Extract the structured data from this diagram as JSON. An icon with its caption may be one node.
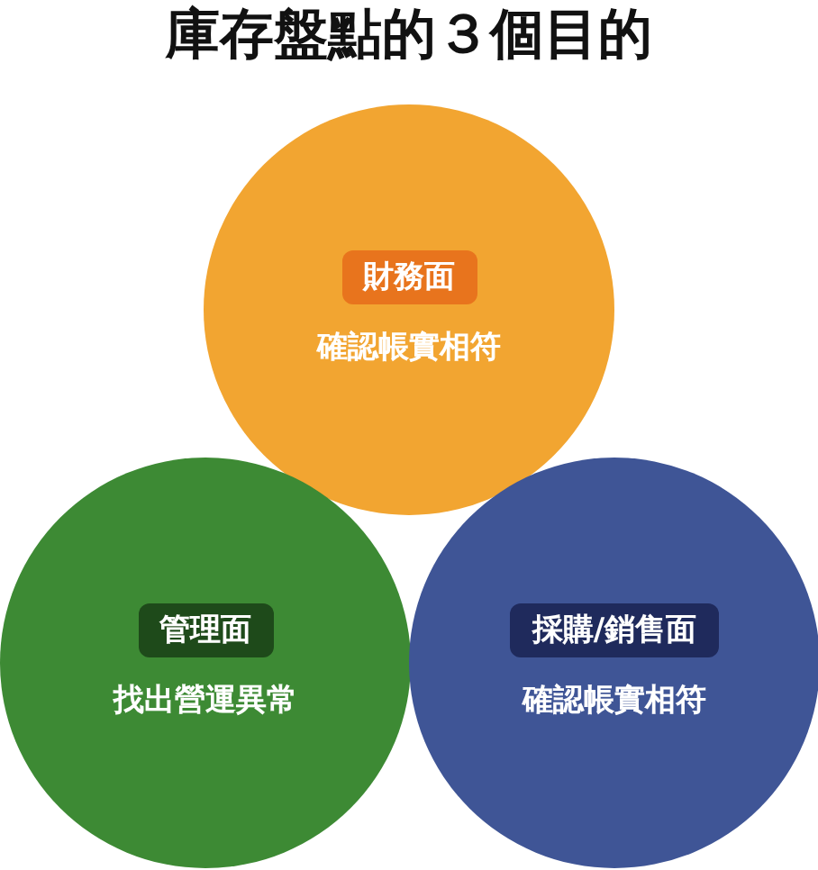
{
  "diagram": {
    "title": "庫存盤點的３個目的",
    "nodes": [
      {
        "text": [
          "財務面",
          "確認帳實相符"
        ]
      },
      {
        "text": [
          "管理面",
          "找出營運異常"
        ]
      },
      {
        "text": [
          "採購/銷售面",
          "確認帳實相符"
        ]
      }
    ]
  }
}
